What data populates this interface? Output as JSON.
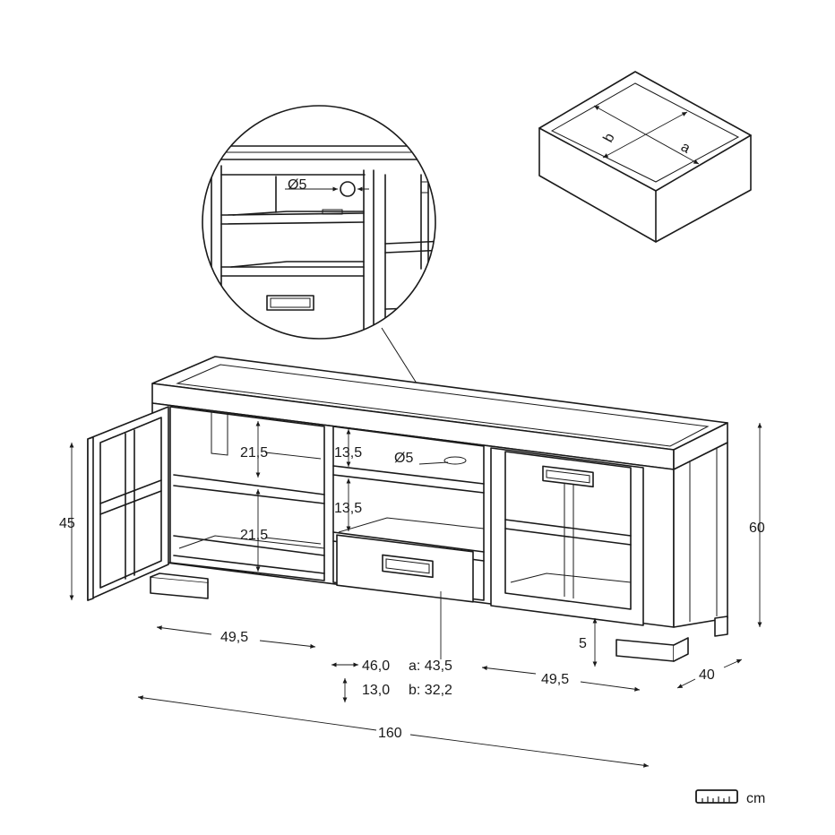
{
  "detail": {
    "hole_label": "Ø5"
  },
  "box_inset": {
    "label_a": "a",
    "label_b": "b"
  },
  "dimensions": {
    "shelf_upper": "21,5",
    "shelf_lower": "21,5",
    "mid_upper": "13,5",
    "mid_lower": "13,5",
    "hole": "Ø5",
    "door_height": "45",
    "total_height": "60",
    "left_width": "49,5",
    "right_width": "49,5",
    "total_width": "160",
    "depth": "40",
    "leg_height": "5",
    "drawer_w": "46,0",
    "drawer_h": "13,0",
    "drawer_a": "a: 43,5",
    "drawer_b": "b: 32,2"
  },
  "unit": {
    "label": "cm",
    "icon": "ruler-icon"
  }
}
